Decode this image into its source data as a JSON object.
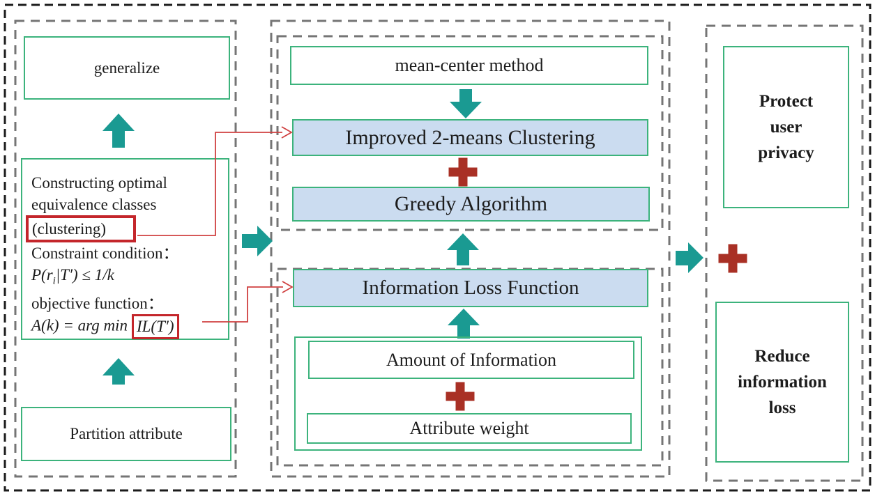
{
  "colors": {
    "teal_arrow": "#1a9a92",
    "green_border": "#3cb37c",
    "blue_fill": "#cbdcf0",
    "red_highlight": "#c4262b",
    "red_plus": "#a93025",
    "red_connector": "#d04040",
    "panel_dash_gray": "#757575",
    "outer_dash_black": "#1b1b1b",
    "text": "#1c1c1c"
  },
  "left_panel": {
    "generalize_label": "generalize",
    "construct_box": {
      "line1": "Constructing optimal",
      "line2": "equivalence classes",
      "clustering_label": "(clustering)",
      "constraint_label": "Constraint condition：",
      "constraint_formula": {
        "pre": "P(r",
        "sub": "i",
        "post": "|T′) ≤ 1/k"
      },
      "objective_label": "objective function：",
      "objective_formula_prefix": "A(k) = arg min",
      "objective_formula_boxed": "IL(T′)"
    },
    "partition_label": "Partition attribute"
  },
  "middle_panel": {
    "top_group": {
      "mean_center_label": "mean-center method",
      "improved_label": "Improved 2-means Clustering",
      "greedy_label": "Greedy Algorithm"
    },
    "bottom_group": {
      "information_loss_label": "Information Loss Function",
      "amount_label": "Amount of Information",
      "attribute_weight_label": "Attribute weight"
    }
  },
  "right_panel": {
    "protect_lines": [
      "Protect",
      "user",
      "privacy"
    ],
    "reduce_lines": [
      "Reduce",
      "information",
      "loss"
    ]
  }
}
